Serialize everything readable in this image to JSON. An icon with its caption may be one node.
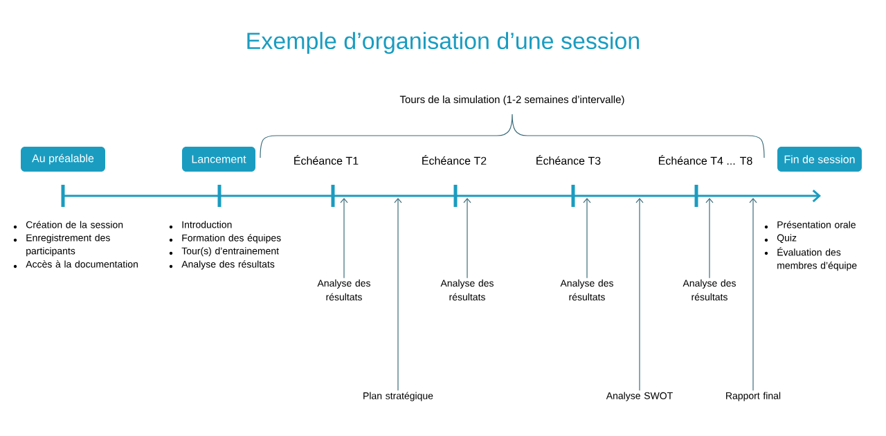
{
  "diagram": {
    "title": "Exemple d’organisation d’une session",
    "nodes": [
      {
        "text": [
          "Au préalable"
        ]
      },
      {
        "text": [
          "Lancement"
        ]
      },
      {
        "text": [
          "Fin de session"
        ]
      },
      {
        "text": [
          "Analyse des résultats"
        ]
      },
      {
        "text": [
          "Plan stratégique"
        ]
      },
      {
        "text": [
          "Analyse des résultats"
        ]
      },
      {
        "text": [
          "Analyse des résultats"
        ]
      },
      {
        "text": [
          "Analyse SWOT"
        ]
      },
      {
        "text": [
          "Analyse des résultats"
        ]
      },
      {
        "text": [
          "Rapport final"
        ]
      }
    ],
    "edges": [
      {
        "from": 3,
        "to": null,
        "arrow": "to"
      },
      {
        "from": 4,
        "to": null,
        "arrow": "to"
      },
      {
        "from": 5,
        "to": null,
        "arrow": "to"
      },
      {
        "from": 6,
        "to": null,
        "arrow": "to"
      },
      {
        "from": 7,
        "to": null,
        "arrow": "to"
      },
      {
        "from": 8,
        "to": null,
        "arrow": "to"
      },
      {
        "from": 9,
        "to": null,
        "arrow": "to"
      }
    ],
    "labels": [
      "Tours de la simulation (1-2 semaines d’intervalle)",
      "Échéance T1",
      "Échéance T2",
      "Échéance T3",
      "Échéance T4 ... T8",
      "Création de la session",
      "Enregistrement des participants",
      "Accès à la documentation",
      "Introduction",
      "Formation des équipes",
      "Tour(s) d’entrainement",
      "Analyse des résultats",
      "Présentation orale",
      "Quiz",
      "Évaluation des membres d’équipe"
    ]
  }
}
